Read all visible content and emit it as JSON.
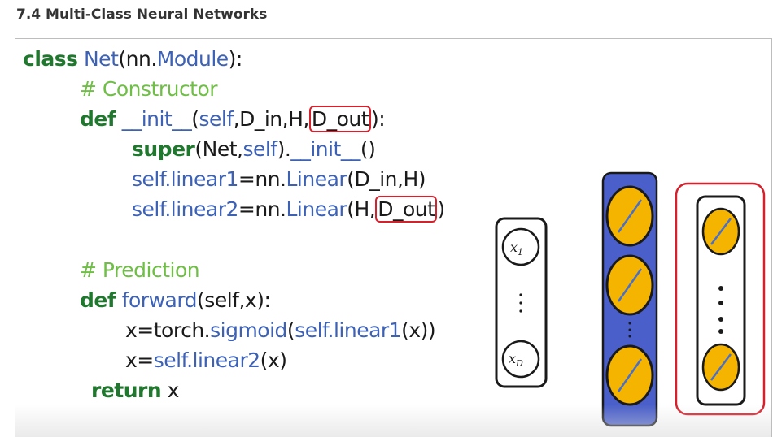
{
  "heading": "7.4 Multi-Class Neural Networks",
  "code": {
    "l1_kw": "class",
    "l1_name": "Net",
    "l1_p1": "(nn.",
    "l1_mod": "Module",
    "l1_p2": "):",
    "l2": "# Constructor",
    "l3_kw": "def",
    "l3_init": "__init__",
    "l3_p1": "(",
    "l3_self": "self",
    "l3_p2": ",D_in,H,",
    "l3_dout": "D_out",
    "l3_p3": "):",
    "l4_super": "super",
    "l4_p1": "(Net,",
    "l4_self": "self",
    "l4_p2": ").",
    "l4_init": "__init__",
    "l4_p3": "()",
    "l5_self": "self.linear1",
    "l5_p1": "=nn.",
    "l5_lin": "Linear",
    "l5_p2": "(D_in,H)",
    "l6_self": "self.linear2",
    "l6_p1": "=nn.",
    "l6_lin": "Linear",
    "l6_p2": "(H,",
    "l6_dout": "D_out",
    "l6_p3": ")",
    "l7": "# Prediction",
    "l8_kw": "def",
    "l8_fn": "forward",
    "l8_p1": "(self,x):",
    "l9_p1": "x=torch.",
    "l9_sig": "sigmoid",
    "l9_p2": "(",
    "l9_self": "self.linear1",
    "l9_p3": "(x))",
    "l10_p1": "x=",
    "l10_self": "self.linear2",
    "l10_p2": "(x)",
    "l11_kw": "return",
    "l11_p1": " x"
  },
  "diagram": {
    "input_top": "x",
    "input_top_sub": "1",
    "input_bottom": "x",
    "input_bottom_sub": "D",
    "colors": {
      "hidden_fill": "#4a5fc9",
      "neuron_fill": "#f4b400",
      "highlight": "#d6202b"
    }
  }
}
